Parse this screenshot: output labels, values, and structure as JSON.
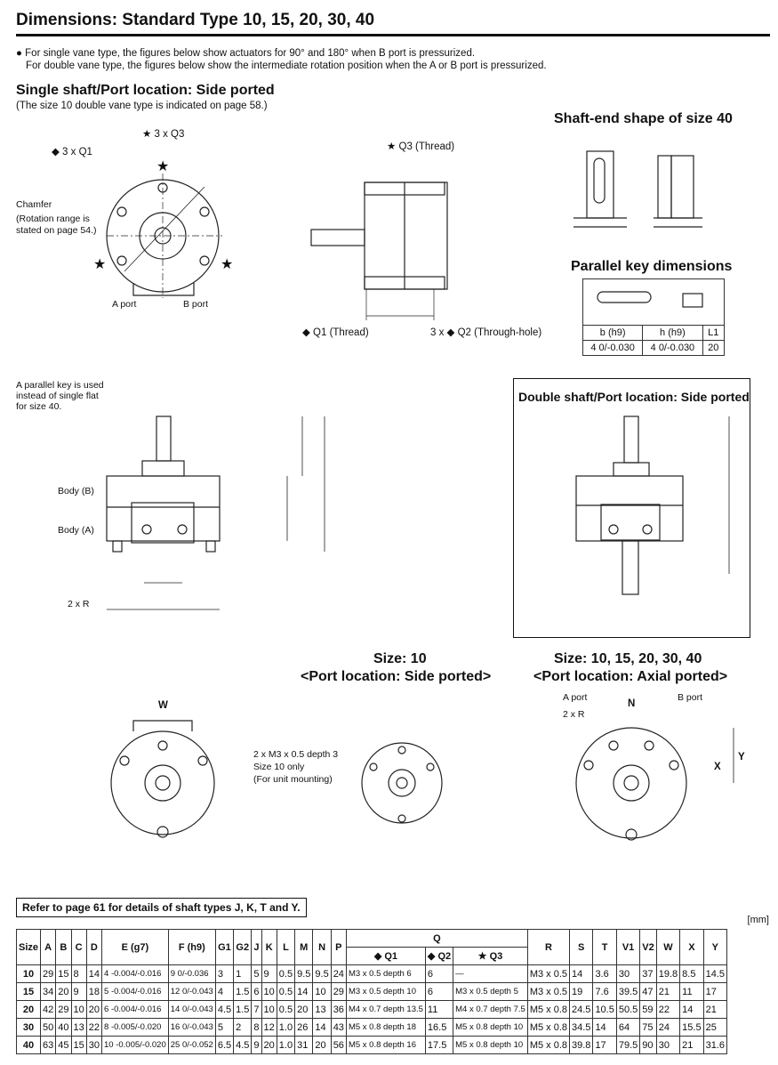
{
  "title": "Dimensions: Standard Type 10, 15, 20, 30, 40",
  "notes": [
    "For single vane type, the figures below show actuators for 90° and 180° when B port is pressurized.",
    "For double vane type, the figures below show the intermediate rotation position when the A or B port is pressurized."
  ],
  "single_shaft": {
    "heading": "Single shaft/Port location: Side ported",
    "subnote": "(The size 10 double vane type is indicated on page 58.)"
  },
  "shaft_end": {
    "heading": "Shaft-end shape of size 40"
  },
  "parallel_key": {
    "heading": "Parallel key dimensions",
    "headers": [
      "b (h9)",
      "h (h9)",
      "L1"
    ],
    "values": [
      "4 0/-0.030",
      "4 0/-0.030",
      "20"
    ]
  },
  "double_shaft": {
    "heading": "Double shaft/Port location: Side ported"
  },
  "size10": {
    "heading1": "Size: 10",
    "heading2": "<Port location: Side ported>"
  },
  "axial": {
    "heading1": "Size: 10, 15, 20, 30, 40",
    "heading2": "<Port location: Axial ported>"
  },
  "labels": {
    "q1": "◆ 3 x Q1",
    "q3": "★ 3 x Q3",
    "chamfer": "Chamfer",
    "chamfer_note1": "(Rotation range is",
    "chamfer_note2": "stated on page 54.)",
    "a_port": "A port",
    "b_port": "B port",
    "q3_thread": "★ Q3 (Thread)",
    "q1_thread": "◆ Q1 (Thread)",
    "q2_through": "3 x ◆ Q2 (Through-hole)",
    "parallel_note1": "A parallel key is used",
    "parallel_note2": "instead of single flat",
    "parallel_note3": "for size 40.",
    "body_b": "Body (B)",
    "body_a": "Body (A)",
    "r2": "2 x R",
    "m3_1": "2 x M3 x 0.5 depth 3",
    "m3_2": "Size 10 only",
    "m3_3": "(For unit mounting)",
    "w": "W",
    "n": "N",
    "x": "X",
    "y": "Y",
    "r": "2 x R"
  },
  "table_note": "Refer to page 61 for details of shaft types J, K, T and Y.",
  "unit": "[mm]",
  "table": {
    "headers": [
      "Size",
      "A",
      "B",
      "C",
      "D",
      "E (g7)",
      "F (h9)",
      "G1",
      "G2",
      "J",
      "K",
      "L",
      "M",
      "N",
      "P",
      "Q",
      "R",
      "S",
      "T",
      "V1",
      "V2",
      "W",
      "X",
      "Y"
    ],
    "q_sub": [
      "◆ Q1",
      "◆ Q2",
      "★ Q3"
    ],
    "rows": [
      [
        "10",
        "29",
        "15",
        "8",
        "14",
        "4 -0.004/-0.016",
        "9 0/-0.036",
        "3",
        "1",
        "5",
        "9",
        "0.5",
        "9.5",
        "9.5",
        "24",
        "M3 x 0.5 depth 6",
        "6",
        "—",
        "M3 x 0.5",
        "14",
        "3.6",
        "30",
        "37",
        "19.8",
        "8.5",
        "14.5"
      ],
      [
        "15",
        "34",
        "20",
        "9",
        "18",
        "5 -0.004/-0.016",
        "12 0/-0.043",
        "4",
        "1.5",
        "6",
        "10",
        "0.5",
        "14",
        "10",
        "29",
        "M3 x 0.5 depth 10",
        "6",
        "M3 x 0.5 depth 5",
        "M3 x 0.5",
        "19",
        "7.6",
        "39.5",
        "47",
        "21",
        "11",
        "17"
      ],
      [
        "20",
        "42",
        "29",
        "10",
        "20",
        "6 -0.004/-0.016",
        "14 0/-0.043",
        "4.5",
        "1.5",
        "7",
        "10",
        "0.5",
        "20",
        "13",
        "36",
        "M4 x 0.7 depth 13.5",
        "11",
        "M4 x 0.7 depth 7.5",
        "M5 x 0.8",
        "24.5",
        "10.5",
        "50.5",
        "59",
        "22",
        "14",
        "21"
      ],
      [
        "30",
        "50",
        "40",
        "13",
        "22",
        "8 -0.005/-0.020",
        "16 0/-0.043",
        "5",
        "2",
        "8",
        "12",
        "1.0",
        "26",
        "14",
        "43",
        "M5 x 0.8 depth 18",
        "16.5",
        "M5 x 0.8 depth 10",
        "M5 x 0.8",
        "34.5",
        "14",
        "64",
        "75",
        "24",
        "15.5",
        "25"
      ],
      [
        "40",
        "63",
        "45",
        "15",
        "30",
        "10 -0.005/-0.020",
        "25 0/-0.052",
        "6.5",
        "4.5",
        "9",
        "20",
        "1.0",
        "31",
        "20",
        "56",
        "M5 x 0.8 depth 16",
        "17.5",
        "M5 x 0.8 depth 10",
        "M5 x 0.8",
        "39.8",
        "17",
        "79.5",
        "90",
        "30",
        "21",
        "31.6"
      ]
    ]
  }
}
